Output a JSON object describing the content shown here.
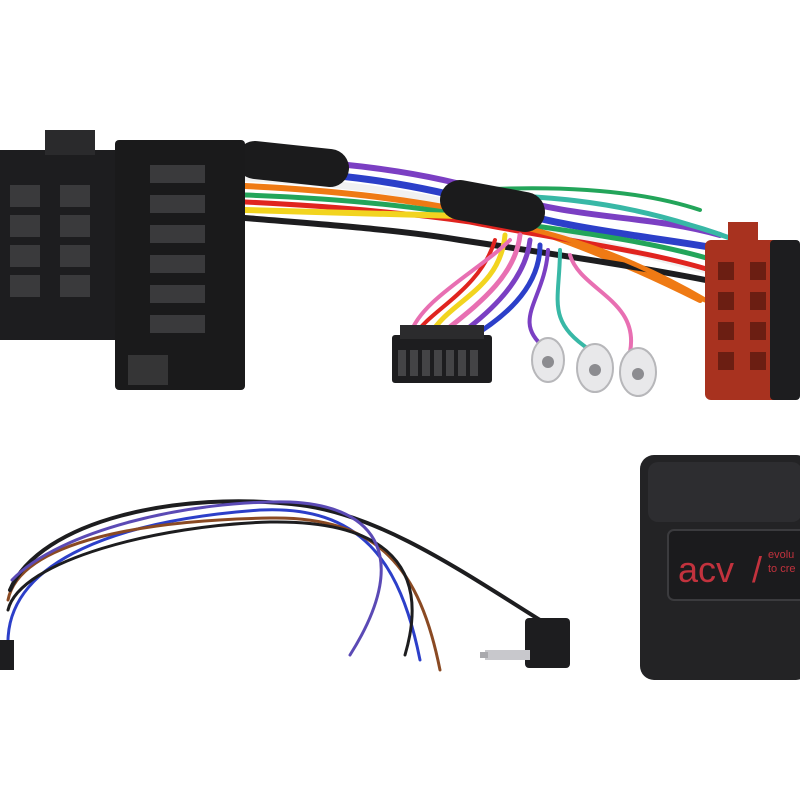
{
  "product": {
    "box": {
      "brand": "acv",
      "slogan_line1": "evolu",
      "slogan_line2": "to cre"
    }
  },
  "colors": {
    "background": "#ffffff",
    "connector_black": "#1d1d1f",
    "iso_red": "#a8321f",
    "box_body": "#232325",
    "brand_red": "#c2323d",
    "wire_blue": "#2c3fc9",
    "wire_yellow": "#f2d41f",
    "wire_orange": "#ef7a14",
    "wire_green": "#23a55a",
    "wire_red": "#e0241f",
    "wire_purple": "#7b3fc3",
    "wire_pink": "#e86fb2",
    "wire_teal": "#38b8a6",
    "wire_white": "#f1f1f1",
    "wire_brown": "#8a4a23"
  }
}
